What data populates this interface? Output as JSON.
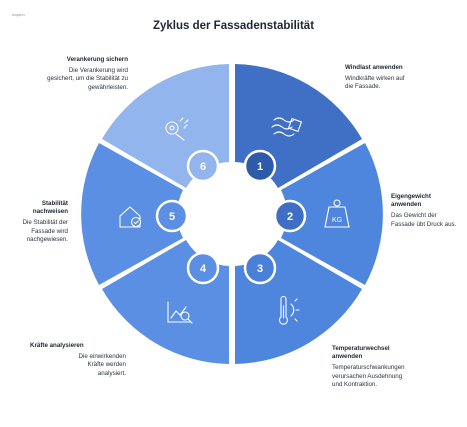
{
  "logo": "napkin",
  "title": "Zyklus der Fassadenstabilität",
  "colors": {
    "light": "#93b5ed",
    "mid": "#4f86dd",
    "dark": "#3e6fc4",
    "darkest": "#2e5aaa"
  },
  "steps": [
    {
      "number": "1",
      "title": "Windlast anwenden",
      "text": "Windkräfte wirken auf die Fassade.",
      "icon": "wind-icon"
    },
    {
      "number": "2",
      "title": "Eigengewicht anwenden",
      "text": "Das Gewicht der Fassade übt Druck aus.",
      "icon": "weight-icon"
    },
    {
      "number": "3",
      "title": "Temperaturwechsel anwenden",
      "text": "Temperaturschwankungen verursachen Ausdehnung und Kontraktion.",
      "icon": "thermometer-icon"
    },
    {
      "number": "4",
      "title": "Kräfte analysieren",
      "text": "Die einwirkenden Kräfte werden analysiert.",
      "icon": "chart-search-icon"
    },
    {
      "number": "5",
      "title": "Stabilität nachweisen",
      "text": "Die Stabilität der Fassade wird nachgewiesen.",
      "icon": "house-check-icon"
    },
    {
      "number": "6",
      "title": "Verankerung sichern",
      "text": "Die Verankerung wird gesichert, um die Stabilität zu gewährleisten.",
      "icon": "anchor-tools-icon"
    }
  ]
}
